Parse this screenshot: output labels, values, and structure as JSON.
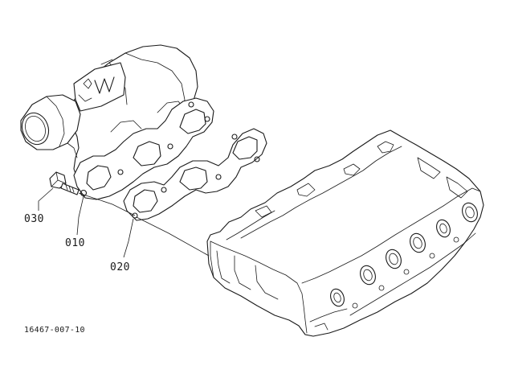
{
  "callouts": {
    "bolt": "030",
    "manifold": "010",
    "gasket": "020"
  },
  "drawing_number": "16467-007-10"
}
